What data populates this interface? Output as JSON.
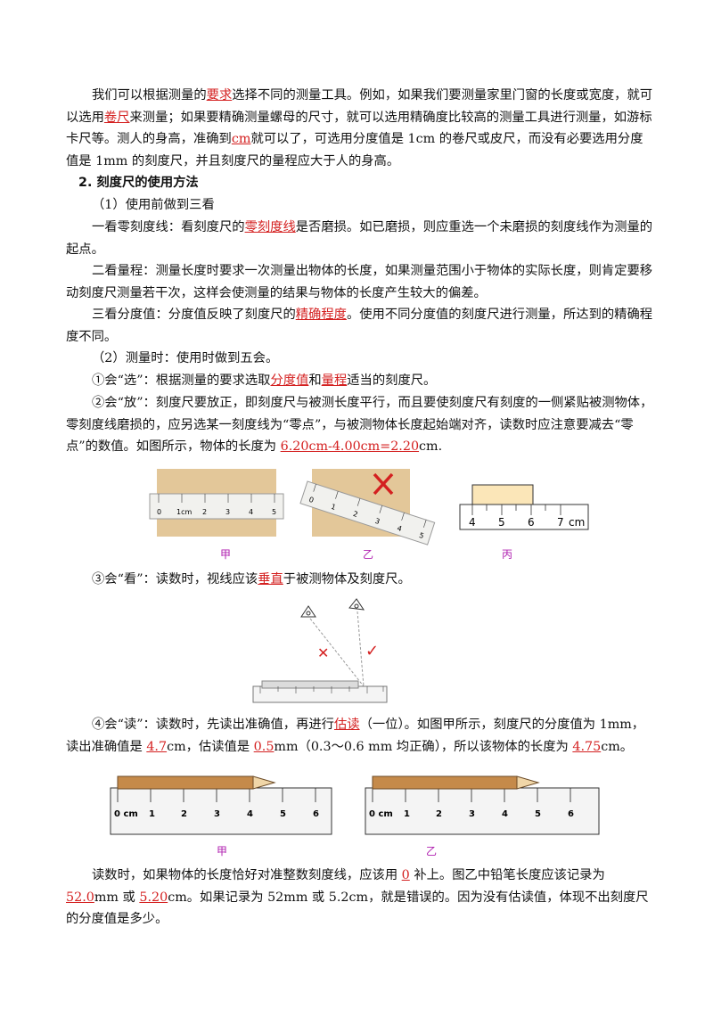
{
  "p1": {
    "t1": "我们可以根据测量的",
    "k1": "要求",
    "t2": "选择不同的测量工具。例如，如果我们要测量家里门窗的长度或宽度，就可以选用",
    "k2": "卷尺",
    "t3": "来测量；如果要精确测量螺母的尺寸，就可以选用精确度比较高的测量工具进行测量，如游标卡尺等。测人的身高，准确到",
    "k3": "cm",
    "t4": "就可以了，可选用分度值是 1cm 的卷尺或皮尺，而没有必要选用分度值是 1mm 的刻度尺，并且刻度尺的量程应大于人的身高。"
  },
  "h2": "2. 刻度尺的使用方法",
  "s1": "（1）使用前做到三看",
  "p2": {
    "t1": "一看零刻度线：看刻度尺的",
    "k1": "零刻度线",
    "t2": "是否磨损。如已磨损，则应重选一个未磨损的刻度线作为测量的起点。"
  },
  "p3": "二看量程：测量长度时要求一次测量出物体的长度，如果测量范围小于物体的实际长度，则肯定要移动刻度尺测量若干次，这样会使测量的结果与物体的长度产生较大的偏差。",
  "p4": {
    "t1": "三看分度值：分度值反映了刻度尺的",
    "k1": "精确程度",
    "t2": "。使用不同分度值的刻度尺进行测量，所达到的精确程度不同。"
  },
  "s2": "（2）测量时：使用时做到五会。",
  "p5": {
    "t1": "①会“选”：根据测量的要求选取",
    "k1": "分度值",
    "t2": "和",
    "k2": "量程",
    "t3": "适当的刻度尺。"
  },
  "p6": {
    "t1": "②会“放”：刻度尺要放正，即刻度尺与被测长度平行，而且要使刻度尺有刻度的一侧紧贴被测物体，零刻度线磨损的，应另选某一刻度线为“零点”，与被测物体长度起始端对齐，读数时应注意要减去“零点”的数值。如图所示，物体的长度为 ",
    "k1": "6.20cm-4.00cm=2.20",
    "t2": "cm."
  },
  "fig1": {
    "cap_a": "甲",
    "cap_b": "乙",
    "cap_c": "丙",
    "ruler_a": [
      "0",
      "1cm",
      "2",
      "3",
      "4",
      "5"
    ],
    "ruler_b": [
      "0",
      "1",
      "2",
      "3",
      "4",
      "5"
    ],
    "ruler_c": [
      "4",
      "5",
      "6",
      "7",
      "cm"
    ]
  },
  "p7": {
    "t1": "③会“看”：读数时，视线应该",
    "k1": "垂直",
    "t2": "于被测物体及刻度尺。"
  },
  "fig2": {
    "wrong": "✕",
    "right": "✓"
  },
  "p8": {
    "t1": "④会“读”：读数时，先读出准确值，再进行",
    "k1": "估读",
    "t2": "（一位）。如图甲所示，刻度尺的分度值为 1mm，读出准确值是 ",
    "k2": "4.7",
    "t3": "cm，估读值是 ",
    "k3": "0.5",
    "t4": "mm（0.3～0.6 mm 均正确），所以该物体的长度为 ",
    "k4": "4.75",
    "t5": "cm。"
  },
  "fig3": {
    "cap_a": "甲",
    "cap_b": "乙",
    "ruler": [
      "0 cm",
      "1",
      "2",
      "3",
      "4",
      "5",
      "6"
    ]
  },
  "p9": {
    "t1": "读数时，如果物体的长度恰好对准整数刻度线，应该用 ",
    "k1": "0",
    "t2": " 补上。图乙中铅笔长度应该记录为 ",
    "k2": "52.0",
    "t3": "mm 或 ",
    "k3": "5.20",
    "t4": "cm。如果记录为 52mm 或 5.2cm，就是错误的。因为没有估读值，体现不出刻度尺的分度值是多少。"
  }
}
